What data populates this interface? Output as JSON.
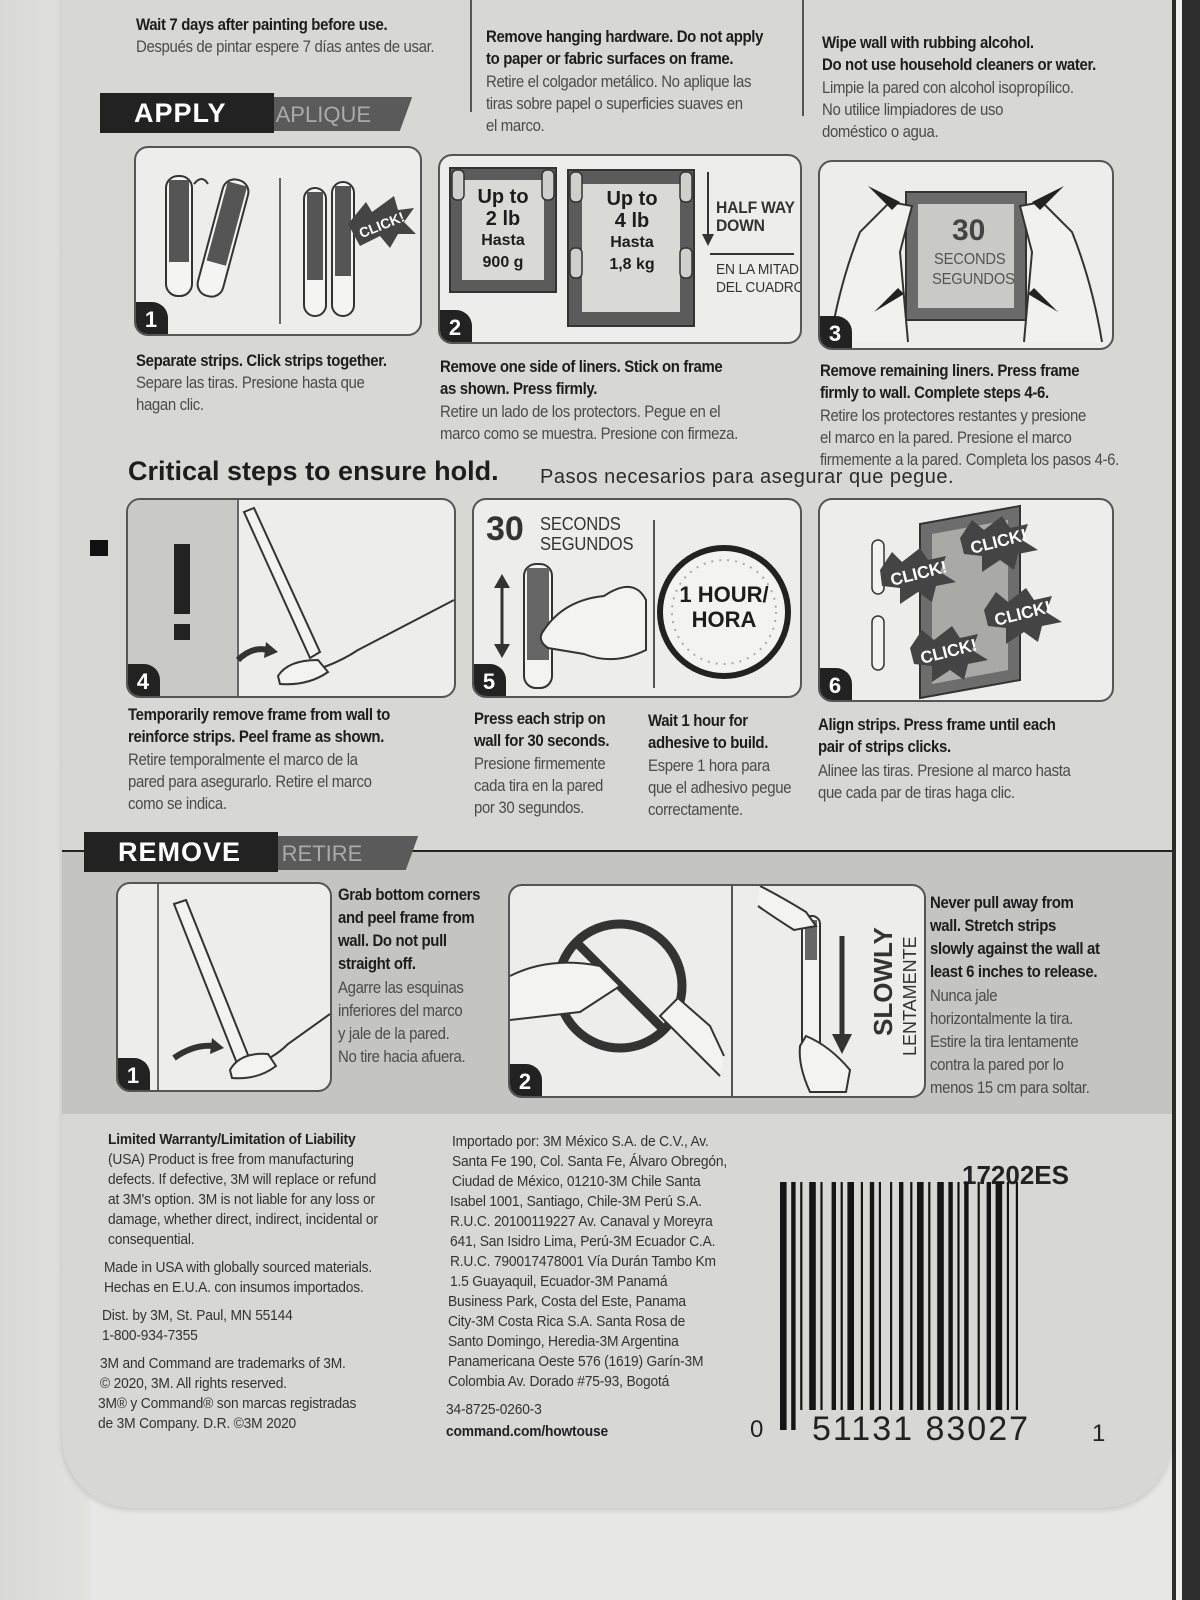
{
  "top": {
    "col1_en": "Wait 7 days after painting before use.",
    "col1_es": "Después de pintar espere 7 días antes de usar.",
    "col2_en": [
      "Remove hanging hardware. Do not apply",
      "to paper or fabric surfaces on frame."
    ],
    "col2_es": [
      "Retire el colgador metálico. No aplique las",
      "tiras sobre papel o superficies suaves en",
      "el marco."
    ],
    "col3_en": [
      "Wipe wall with rubbing alcohol.",
      "Do not use household cleaners or water."
    ],
    "col3_es": [
      "Limpie la pared con alcohol isopropílico.",
      "No utilice limpiadores de uso",
      "doméstico o agua."
    ]
  },
  "apply": {
    "title": "APPLY",
    "subtitle": "APLIQUE",
    "steps": [
      {
        "num": "1",
        "click": "CLICK!",
        "en": [
          "Separate strips. Click strips together."
        ],
        "es": [
          "Separe las tiras. Presione hasta que",
          "hagan clic."
        ]
      },
      {
        "num": "2",
        "frame_small": [
          "Up to",
          "2 lb",
          "Hasta",
          "900 g"
        ],
        "frame_large": [
          "Up to",
          "4 lb",
          "Hasta",
          "1,8 kg"
        ],
        "half_en": [
          "HALF WAY",
          "DOWN"
        ],
        "half_es": [
          "EN LA MITAD",
          "DEL CUADRO"
        ],
        "en": [
          "Remove one side of liners. Stick on frame",
          "as shown. Press firmly."
        ],
        "es": [
          "Retire un lado de los protectors. Pegue en el",
          "marco como se muestra. Presione con firmeza."
        ]
      },
      {
        "num": "3",
        "seconds_num": "30",
        "seconds_en": "SECONDS",
        "seconds_es": "SEGUNDOS",
        "en": [
          "Remove remaining liners. Press frame",
          "firmly to wall. Complete steps 4-6."
        ],
        "es": [
          "Retire los protectores restantes y presione",
          "el marco en la pared. Presione el marco",
          "firmemente a la pared. Completa los pasos 4-6."
        ]
      }
    ]
  },
  "critical": {
    "en": "Critical steps to ensure hold.",
    "es": "Pasos necesarios para asegurar que pegue.",
    "steps": [
      {
        "num": "4",
        "en": [
          "Temporarily remove frame from wall to",
          "reinforce strips. Peel frame as shown."
        ],
        "es": [
          "Retire temporalmente el marco de la",
          "pared para asegurarlo. Retire el marco",
          "como se indica."
        ]
      },
      {
        "num": "5",
        "seconds_num": "30",
        "seconds_en": "SECONDS",
        "seconds_es": "SEGUNDOS",
        "hour": [
          "1 HOUR/",
          "HORA"
        ],
        "en_a": [
          "Press each strip on",
          "wall for 30 seconds."
        ],
        "es_a": [
          "Presione firmemente",
          "cada tira en la pared",
          "por 30 segundos."
        ],
        "en_b": [
          "Wait 1 hour for",
          "adhesive to build."
        ],
        "es_b": [
          "Espere 1 hora para",
          "que el adhesivo pegue",
          "correctamente."
        ]
      },
      {
        "num": "6",
        "clicks": [
          "CLICK!",
          "CLICK!",
          "CLICK!",
          "CLICK!"
        ],
        "en": [
          "Align strips. Press frame until each",
          "pair of strips clicks."
        ],
        "es": [
          "Alinee las tiras. Presione al marco hasta",
          "que cada par de tiras haga clic."
        ]
      }
    ]
  },
  "remove": {
    "title": "REMOVE",
    "subtitle": "RETIRE",
    "step1": {
      "num": "1",
      "en": [
        "Grab bottom corners",
        "and peel frame from",
        "wall. Do not pull",
        "straight off."
      ],
      "es": [
        "Agarre las esquinas",
        "inferiores del marco",
        "y jale de la pared.",
        "No tire hacia afuera."
      ]
    },
    "step2": {
      "num": "2",
      "slowly_en": "SLOWLY",
      "slowly_es": "LENTAMENTE",
      "en": [
        "Never pull away from",
        "wall. Stretch strips",
        "slowly against the wall at",
        "least 6 inches to release."
      ],
      "es": [
        "Nunca jale",
        "horizontalmente la tira.",
        "Estire la tira lentamente",
        "contra la pared por lo",
        "menos 15 cm para soltar."
      ]
    }
  },
  "footer": {
    "warranty_title": "Limited Warranty/Limitation of Liability",
    "warranty": [
      "(USA) Product is free from manufacturing",
      "defects. If defective, 3M will replace or refund",
      "at 3M's option. 3M is not liable for any loss or",
      "damage, whether direct, indirect, incidental or",
      "consequential."
    ],
    "made": [
      "Made in USA with globally sourced materials.",
      "Hechas en E.U.A. con insumos importados."
    ],
    "dist": [
      "Dist. by 3M, St. Paul, MN 55144",
      "1-800-934-7355"
    ],
    "tm": [
      "3M and Command are trademarks of 3M.",
      "© 2020, 3M. All rights reserved.",
      "3M® y Command® son marcas registradas",
      "de 3M Company.  D.R. ©3M 2020"
    ],
    "import": [
      "Importado por: 3M México S.A. de C.V., Av.",
      "Santa Fe 190, Col. Santa Fe, Álvaro Obregón,",
      "Ciudad de México, 01210-3M Chile Santa",
      "Isabel 1001, Santiago, Chile-3M Perú S.A.",
      "R.U.C. 20100119227 Av. Canaval y Moreyra",
      "641, San Isidro Lima, Perú-3M Ecuador C.A.",
      "R.U.C. 790017478001 Vía Durán Tambo Km",
      "1.5 Guayaquil, Ecuador-3M Panamá",
      "Business Park, Costa del Este, Panama",
      "City-3M Costa Rica S.A. Santa Rosa de",
      "Santo Domingo, Heredia-3M Argentina",
      "Panamericana Oeste 576 (1619) Garín-3M",
      "Colombia Av. Dorado #75-93, Bogotá"
    ],
    "code": "34-8725-0260-3",
    "url": "command.com/howtouse",
    "product_code": "17202ES",
    "barcode_left": "0",
    "barcode_digits": "51131 83027",
    "barcode_right": "1"
  }
}
